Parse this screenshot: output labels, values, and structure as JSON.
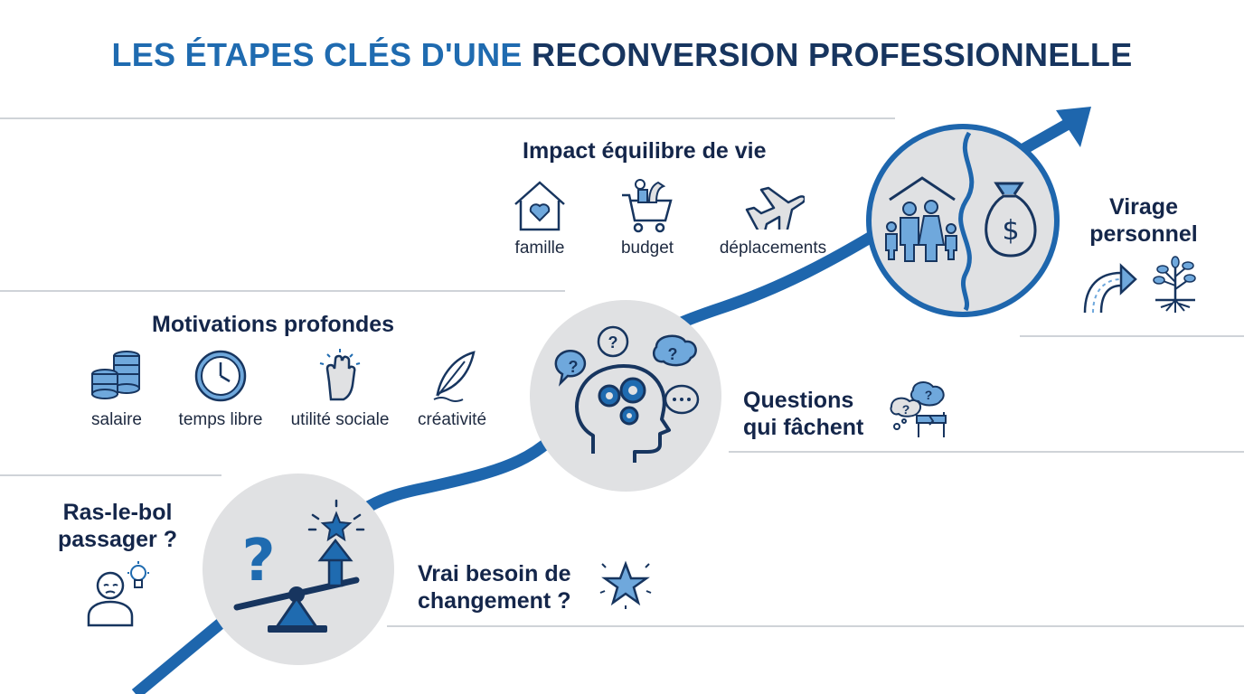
{
  "title": {
    "part1": "LES ÉTAPES CLÉS D'UNE",
    "part2": "RECONVERSION PROFESSIONNELLE"
  },
  "stages": {
    "ras_le_bol": {
      "line1": "Ras-le-bol",
      "line2": "passager ?",
      "icons": [
        "person-icon",
        "lightbulb-icon"
      ]
    },
    "vrai_besoin": {
      "line1": "Vrai besoin de",
      "line2": "changement ?",
      "icons": [
        "star-icon"
      ]
    },
    "motivations": {
      "heading": "Motivations profondes",
      "items": [
        {
          "icon": "coins-icon",
          "label": "salaire"
        },
        {
          "icon": "clock-icon",
          "label": "temps libre"
        },
        {
          "icon": "raised-hand-icon",
          "label": "utilité sociale"
        },
        {
          "icon": "feather-icon",
          "label": "créativité"
        }
      ]
    },
    "questions": {
      "line1": "Questions",
      "line2": "qui fâchent",
      "icons": [
        "thought-bubbles-icon",
        "broken-bridge-icon"
      ]
    },
    "impact": {
      "heading": "Impact équilibre de vie",
      "items": [
        {
          "icon": "home-heart-icon",
          "label": "famille"
        },
        {
          "icon": "shopping-cart-icon",
          "label": "budget"
        },
        {
          "icon": "airplane-icon",
          "label": "déplacements"
        }
      ]
    },
    "virage": {
      "line1": "Virage",
      "line2": "personnel",
      "icons": [
        "curved-arrow-icon",
        "tree-icon"
      ]
    }
  },
  "circles": [
    {
      "name": "balance-question-circle",
      "icons": [
        "question-mark-icon",
        "seesaw-icon",
        "star-arrow-icon"
      ]
    },
    {
      "name": "head-gears-circle",
      "icons": [
        "head-gears-icon",
        "speech-bubble-icon"
      ]
    },
    {
      "name": "family-money-circle",
      "icons": [
        "family-icon",
        "money-bag-icon"
      ]
    }
  ],
  "colors": {
    "accent": "#1f6bb0",
    "dark": "#17355f",
    "circle": "#e0e1e3"
  }
}
